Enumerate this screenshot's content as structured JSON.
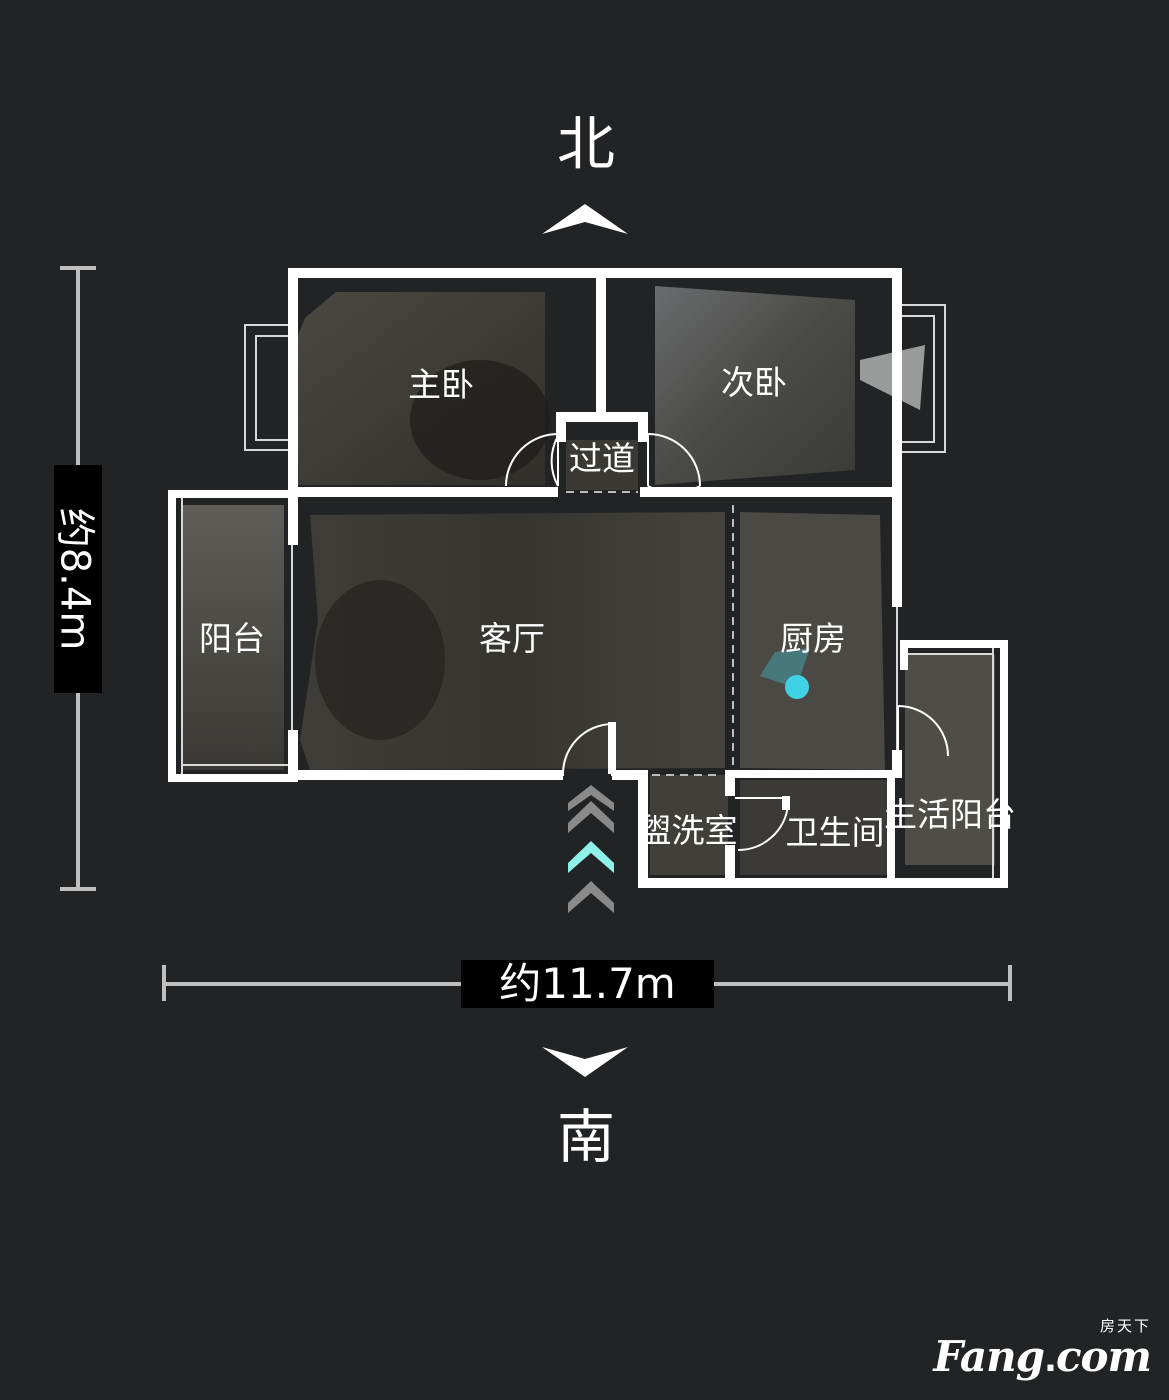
{
  "compass": {
    "north": "北",
    "south": "南"
  },
  "dimensions": {
    "height": "约8.4m",
    "width": "约11.7m"
  },
  "rooms": {
    "master_bedroom": "主卧",
    "second_bedroom": "次卧",
    "corridor": "过道",
    "balcony": "阳台",
    "living_room": "客厅",
    "kitchen": "厨房",
    "washroom": "盥洗室",
    "bathroom": "卫生间",
    "utility_balcony": "生活阳台"
  },
  "colors": {
    "background": "#222325",
    "wall": "#ffffff",
    "room_fill": "#3a3832",
    "position_marker": "#3fd2e6",
    "entrance_arrow_active": "#8ff0e8",
    "entrance_arrow_inactive": "#8a8a8a"
  },
  "icons": {
    "north": "chevron-up-icon",
    "south": "chevron-down-icon",
    "entrance": "triple-chevron-up-icon",
    "marker": "position-dot-icon"
  },
  "watermark": {
    "top": "房天下",
    "main_left": "Fang",
    "main_dot": ".",
    "main_right": "com"
  }
}
